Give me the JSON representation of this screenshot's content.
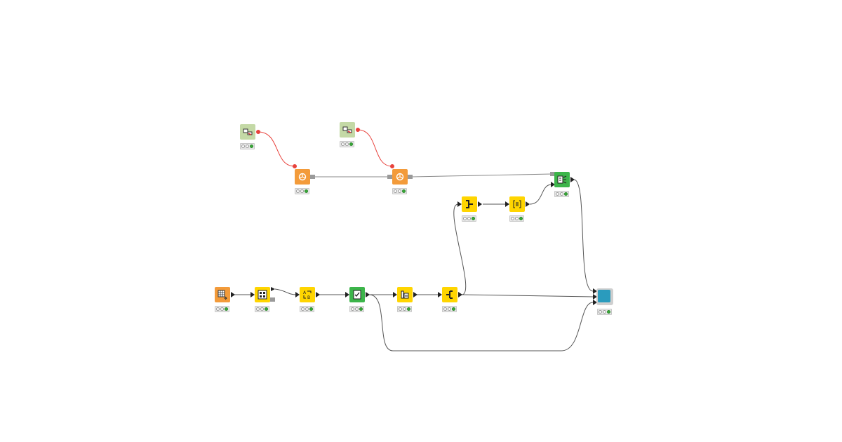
{
  "workflow": {
    "nodes": [
      {
        "id": "db-connector-1",
        "name": "database-connector-node",
        "type": "connector",
        "color": "#c4d9a6",
        "icon": "db-connector-icon",
        "status": [
          "off",
          "off",
          "green"
        ]
      },
      {
        "id": "db-connector-2",
        "name": "database-connector-node",
        "type": "connector",
        "color": "#c4d9a6",
        "icon": "db-connector-icon",
        "status": [
          "off",
          "off",
          "green"
        ]
      },
      {
        "id": "db-query-1",
        "name": "database-query-node",
        "type": "source",
        "color": "#f39b3a",
        "icon": "db-query-icon",
        "status": [
          "off",
          "off",
          "green"
        ]
      },
      {
        "id": "db-query-2",
        "name": "database-query-node",
        "type": "source",
        "color": "#f39b3a",
        "icon": "db-query-icon",
        "status": [
          "off",
          "off",
          "green"
        ]
      },
      {
        "id": "table-reader",
        "name": "table-reader-node",
        "type": "source",
        "color": "#f39b3a",
        "icon": "table-reader-icon",
        "status": [
          "off",
          "off",
          "green"
        ]
      },
      {
        "id": "column-filter",
        "name": "column-filter-node",
        "type": "manipulator",
        "color": "#ffd500",
        "icon": "column-grid-icon",
        "status": [
          "off",
          "off",
          "green"
        ]
      },
      {
        "id": "string-manipulation",
        "name": "string-manipulation-node",
        "type": "manipulator",
        "color": "#ffd500",
        "icon": "text-transform-icon",
        "status": [
          "off",
          "off",
          "green"
        ]
      },
      {
        "id": "row-filter",
        "name": "row-filter-node",
        "type": "learner",
        "color": "#3cb54a",
        "icon": "checkbox-doc-icon",
        "status": [
          "off",
          "off",
          "green"
        ]
      },
      {
        "id": "column-resorter",
        "name": "column-resorter-node",
        "type": "manipulator",
        "color": "#ffd500",
        "icon": "column-sort-icon",
        "status": [
          "off",
          "off",
          "green"
        ]
      },
      {
        "id": "splitter",
        "name": "splitter-node",
        "type": "manipulator",
        "color": "#ffd500",
        "icon": "split-join-icon",
        "status": [
          "off",
          "off",
          "green"
        ]
      },
      {
        "id": "joiner",
        "name": "joiner-node",
        "type": "manipulator",
        "color": "#ffd500",
        "icon": "joiner-icon",
        "status": [
          "off",
          "off",
          "green"
        ]
      },
      {
        "id": "rule-engine",
        "name": "rule-engine-node",
        "type": "manipulator",
        "color": "#ffd500",
        "icon": "bracket-rule-icon",
        "status": [
          "off",
          "off",
          "green"
        ]
      },
      {
        "id": "predictor",
        "name": "predictor-node",
        "type": "learner",
        "color": "#3cb54a",
        "icon": "predictor-icon",
        "status": [
          "off",
          "off",
          "green"
        ]
      },
      {
        "id": "output-component",
        "name": "output-component-node",
        "type": "component",
        "color": "#2a9bbd",
        "icon": "component-icon",
        "status": [
          "off",
          "off",
          "green"
        ]
      }
    ],
    "colors": {
      "edge": "#555555",
      "db_edge": "#e8423c",
      "status_green": "#3aaa3a"
    }
  }
}
